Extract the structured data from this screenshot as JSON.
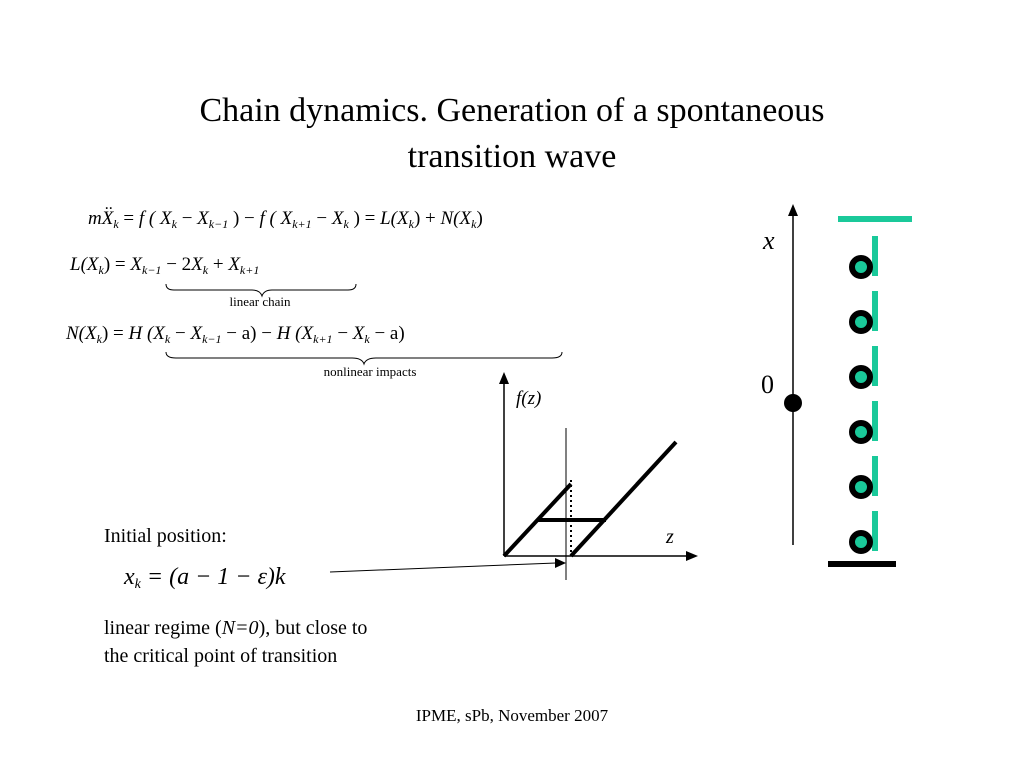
{
  "slide": {
    "title_line1": "Chain dynamics. Generation of a spontaneous",
    "title_line2": "transition wave",
    "footer": "IPME, sPb, November 2007"
  },
  "equations": {
    "motion": {
      "lhs": "m",
      "eq": " = ",
      "p1": "f (",
      "p2": ") − ",
      "p3": "f (",
      "p4": ") = ",
      "p5": "L(",
      "p6": ") + ",
      "p7": "N(",
      "p8": ")"
    },
    "linear": {
      "lhs": "L(",
      "lhs_close": ") = ",
      "minus2": " − 2",
      "plus": " + "
    },
    "nonlinear": {
      "lhs": "N(",
      "lhs_close": ") = ",
      "H1": "H (",
      "mid": " − a) − ",
      "H2": "H (",
      "end": " − a)"
    },
    "brace_linear": "linear chain",
    "brace_nonlinear": "nonlinear impacts",
    "sym_X": "X",
    "sub_k": "k",
    "sub_km1": "k−1",
    "sub_kp1": "k+1"
  },
  "initial": {
    "label": "Initial position:",
    "formula_x": "x",
    "formula_sub": "k",
    "formula_rest": " = (a − 1 − ε)k",
    "note_line1_a": "linear regime (",
    "note_line1_N": "N=0",
    "note_line1_b": "), but close to",
    "note_line2": "the critical point of transition"
  },
  "plot": {
    "ylabel": "f(z)",
    "xlabel": "z"
  },
  "chain": {
    "axis_label": "x",
    "zero_label": "0",
    "accent_color": "#1ac99a",
    "mass_count": 6
  }
}
